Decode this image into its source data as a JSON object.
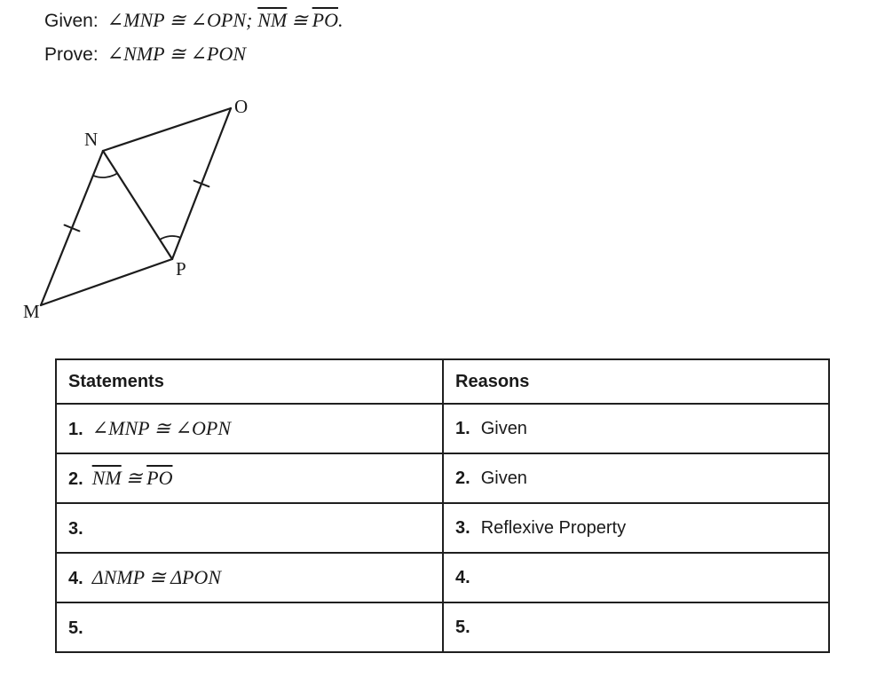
{
  "problem": {
    "given_label": "Given:",
    "given_angles": "∠MNP ≅ ∠OPN;",
    "given_seg1": "NM",
    "given_cong": "≅",
    "given_seg2": "PO",
    "given_end": ".",
    "prove_label": "Prove:",
    "prove_math": "∠NMP ≅ ∠PON"
  },
  "diagram": {
    "labels": {
      "M": "M",
      "N": "N",
      "O": "O",
      "P": "P"
    }
  },
  "table": {
    "headers": {
      "statements": "Statements",
      "reasons": "Reasons"
    },
    "rows": [
      {
        "s_num": "1.",
        "s_text": "∠MNP ≅ ∠OPN",
        "r_num": "1.",
        "r_text": "Given"
      },
      {
        "s_num": "2.",
        "s_seg1": "NM",
        "s_cong": "≅",
        "s_seg2": "PO",
        "r_num": "2.",
        "r_text": "Given"
      },
      {
        "s_num": "3.",
        "s_text": "",
        "r_num": "3.",
        "r_text": "Reflexive Property"
      },
      {
        "s_num": "4.",
        "s_text": "ΔNMP ≅ ΔPON",
        "r_num": "4.",
        "r_text": ""
      },
      {
        "s_num": "5.",
        "s_text": "",
        "r_num": "5.",
        "r_text": ""
      }
    ]
  }
}
